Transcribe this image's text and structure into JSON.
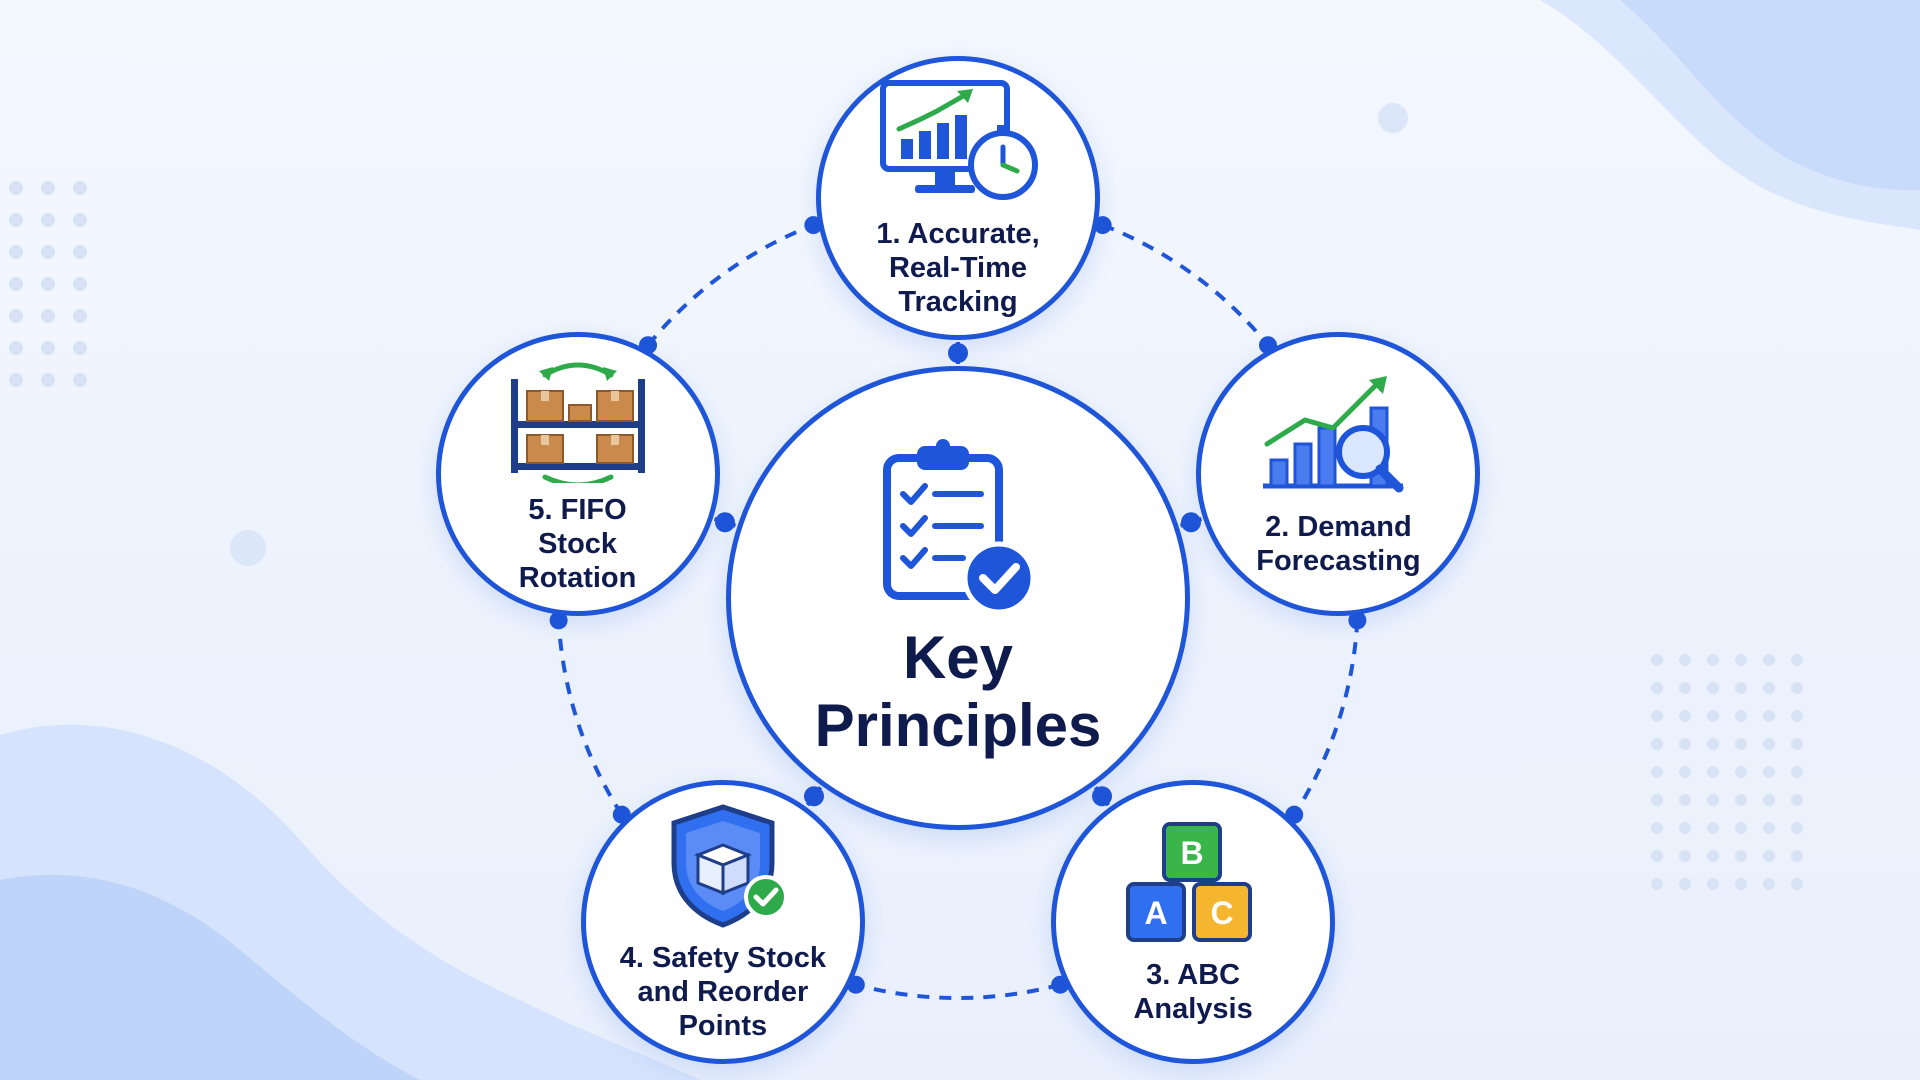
{
  "colors": {
    "accent": "#1f55d8",
    "node_fill": "#ffffff",
    "text": "#0f1b4c",
    "icon_green": "#2eaa4a",
    "box_tan": "#c98a4b"
  },
  "center": {
    "label": "Key\nPrinciples",
    "icon": "clipboard-check-icon"
  },
  "principles": [
    {
      "label": "1. Accurate,\nReal-Time\nTracking",
      "icon": "monitor-chart-clock-icon"
    },
    {
      "label": "2. Demand\nForecasting",
      "icon": "bar-chart-magnifier-icon"
    },
    {
      "label": "3. ABC\nAnalysis",
      "icon": "abc-blocks-icon"
    },
    {
      "label": "4. Safety Stock\nand Reorder\nPoints",
      "icon": "shield-box-check-icon"
    },
    {
      "label": "5. FIFO\nStock\nRotation",
      "icon": "shelf-boxes-rotation-icon"
    }
  ]
}
